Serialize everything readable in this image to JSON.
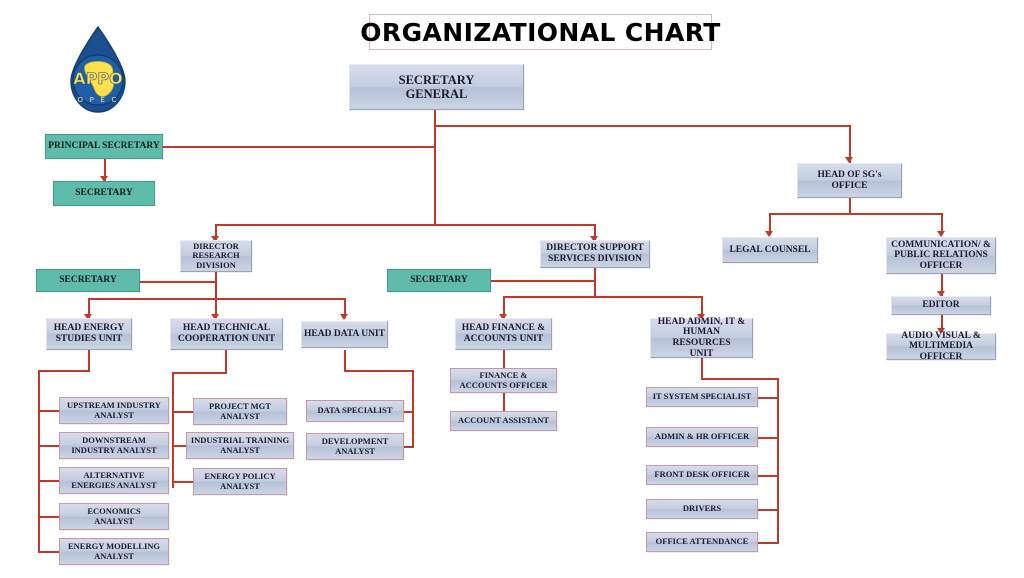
{
  "header": {
    "title": "ORGANIZATIONAL CHART",
    "logo_name": "appo-oil-drop-logo",
    "logo_acronym": "APPO",
    "logo_subtext": "O.P.E.C"
  },
  "theme": {
    "connector_color": "#c0392b",
    "blue_box_fill": "#c4cde0",
    "blue_box_border": "#9aa3b5",
    "teal_box_fill": "#5fbcab",
    "teal_box_border": "#3f9d8c",
    "title_border": "#e2b7b7",
    "text_color": "#1a1a2e",
    "background": "#ffffff"
  },
  "nodes": {
    "secretary_general": "SECRETARY\nGENERAL",
    "principal_secretary": "PRINCIPAL SECRETARY",
    "principal_secretary_secretary": "SECRETARY",
    "head_of_sg_office": "HEAD OF SG's\nOFFICE",
    "legal_counsel": "LEGAL COUNSEL",
    "communication_pr_officer": "COMMUNICATION/ &\nPUBLIC RELATIONS\nOFFICER",
    "editor": "EDITOR",
    "audio_visual_multimedia_officer": "AUDIO VISUAL &\nMULTIMEDIA OFFICER",
    "director_research_division": "DIRECTOR\nRESEARCH\nDIVISION",
    "director_support_services_division": "DIRECTOR SUPPORT\nSERVICES DIVISION",
    "research_secretary": "SECRETARY",
    "support_secretary": "SECRETARY",
    "head_energy_studies_unit": "HEAD ENERGY\nSTUDIES UNIT",
    "head_technical_cooperation_unit": "HEAD TECHNICAL\nCOOPERATION UNIT",
    "head_data_unit": "HEAD DATA UNIT",
    "head_finance_accounts_unit": "HEAD FINANCE &\nACCOUNTS UNIT",
    "head_admin_it_hr_unit": "HEAD ADMIN, IT &\nHUMAN RESOURCES\nUNIT",
    "upstream_industry_analyst": "UPSTREAM INDUSTRY\nANALYST",
    "downstream_industry_analyst": "DOWNSTREAM\nINDUSTRY ANALYST",
    "alternative_energies_analyst": "ALTERNATIVE\nENERGIES ANALYST",
    "economics_analyst": "ECONOMICS\nANALYST",
    "energy_modelling_analyst": "ENERGY MODELLING\nANALYST",
    "project_mgt_analyst": "PROJECT MGT\nANALYST",
    "industrial_training_analyst": "INDUSTRIAL TRAINING\nANALYST",
    "energy_policy_analyst": "ENERGY POLICY\nANALYST",
    "data_specialist": "DATA SPECIALIST",
    "development_analyst": "DEVELOPMENT\nANALYST",
    "finance_accounts_officer": "FINANCE &\nACCOUNTS OFFICER",
    "account_assistant": "ACCOUNT ASSISTANT",
    "it_system_specialist": "IT SYSTEM SPECIALIST",
    "admin_hr_officer": "ADMIN & HR OFFICER",
    "front_desk_officer": "FRONT DESK OFFICER",
    "drivers": "DRIVERS",
    "office_attendance": "OFFICE  ATTENDANCE"
  }
}
